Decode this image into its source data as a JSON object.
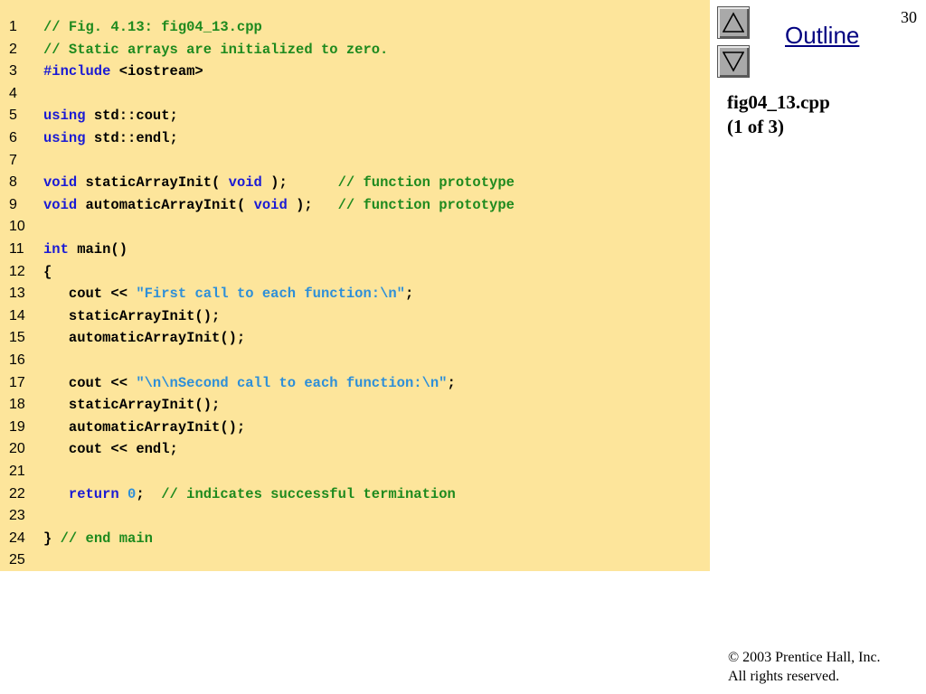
{
  "page_number": "30",
  "nav": {
    "outline_label": "Outline",
    "up_icon": "triangle-up-icon",
    "down_icon": "triangle-down-icon"
  },
  "file_label": {
    "name": "fig04_13.cpp",
    "part": "(1 of 3)"
  },
  "copyright": {
    "line1": "© 2003 Prentice Hall, Inc.",
    "line2": "All rights reserved."
  },
  "colors": {
    "code_background": "#fde59b",
    "comment": "#1e8a1e",
    "keyword": "#1a1ad4",
    "string_literal": "#2e8fd8",
    "plain": "#000000"
  },
  "code_lines": [
    {
      "num": "1",
      "tokens": [
        {
          "t": "comment",
          "v": "// Fig. 4.13: fig04_13.cpp"
        }
      ]
    },
    {
      "num": "2",
      "tokens": [
        {
          "t": "comment",
          "v": "// Static arrays are initialized to zero."
        }
      ]
    },
    {
      "num": "3",
      "tokens": [
        {
          "t": "keyword",
          "v": "#include"
        },
        {
          "t": "plain",
          "v": " <iostream>"
        }
      ]
    },
    {
      "num": "4",
      "tokens": []
    },
    {
      "num": "5",
      "tokens": [
        {
          "t": "keyword",
          "v": "using"
        },
        {
          "t": "plain",
          "v": " std::cout;"
        }
      ]
    },
    {
      "num": "6",
      "tokens": [
        {
          "t": "keyword",
          "v": "using"
        },
        {
          "t": "plain",
          "v": " std::endl;"
        }
      ]
    },
    {
      "num": "7",
      "tokens": []
    },
    {
      "num": "8",
      "tokens": [
        {
          "t": "keyword",
          "v": "void"
        },
        {
          "t": "plain",
          "v": " staticArrayInit( "
        },
        {
          "t": "keyword",
          "v": "void"
        },
        {
          "t": "plain",
          "v": " );      "
        },
        {
          "t": "comment",
          "v": "// function prototype"
        }
      ]
    },
    {
      "num": "9",
      "tokens": [
        {
          "t": "keyword",
          "v": "void"
        },
        {
          "t": "plain",
          "v": " automaticArrayInit( "
        },
        {
          "t": "keyword",
          "v": "void"
        },
        {
          "t": "plain",
          "v": " );   "
        },
        {
          "t": "comment",
          "v": "// function prototype"
        }
      ]
    },
    {
      "num": "10",
      "tokens": []
    },
    {
      "num": "11",
      "tokens": [
        {
          "t": "keyword",
          "v": "int"
        },
        {
          "t": "plain",
          "v": " main()"
        }
      ]
    },
    {
      "num": "12",
      "tokens": [
        {
          "t": "plain",
          "v": "{"
        }
      ]
    },
    {
      "num": "13",
      "tokens": [
        {
          "t": "plain",
          "v": "   cout << "
        },
        {
          "t": "string",
          "v": "\"First call to each function:\\n\""
        },
        {
          "t": "plain",
          "v": ";"
        }
      ]
    },
    {
      "num": "14",
      "tokens": [
        {
          "t": "plain",
          "v": "   staticArrayInit();"
        }
      ]
    },
    {
      "num": "15",
      "tokens": [
        {
          "t": "plain",
          "v": "   automaticArrayInit();"
        }
      ]
    },
    {
      "num": "16",
      "tokens": []
    },
    {
      "num": "17",
      "tokens": [
        {
          "t": "plain",
          "v": "   cout << "
        },
        {
          "t": "string",
          "v": "\"\\n\\nSecond call to each function:\\n\""
        },
        {
          "t": "plain",
          "v": ";"
        }
      ]
    },
    {
      "num": "18",
      "tokens": [
        {
          "t": "plain",
          "v": "   staticArrayInit();"
        }
      ]
    },
    {
      "num": "19",
      "tokens": [
        {
          "t": "plain",
          "v": "   automaticArrayInit();"
        }
      ]
    },
    {
      "num": "20",
      "tokens": [
        {
          "t": "plain",
          "v": "   cout << endl;"
        }
      ]
    },
    {
      "num": "21",
      "tokens": []
    },
    {
      "num": "22",
      "tokens": [
        {
          "t": "plain",
          "v": "   "
        },
        {
          "t": "keyword",
          "v": "return"
        },
        {
          "t": "plain",
          "v": " "
        },
        {
          "t": "number",
          "v": "0"
        },
        {
          "t": "plain",
          "v": ";  "
        },
        {
          "t": "comment",
          "v": "// indicates successful termination"
        }
      ]
    },
    {
      "num": "23",
      "tokens": []
    },
    {
      "num": "24",
      "tokens": [
        {
          "t": "plain",
          "v": "} "
        },
        {
          "t": "comment",
          "v": "// end main"
        }
      ]
    },
    {
      "num": "25",
      "tokens": []
    }
  ]
}
